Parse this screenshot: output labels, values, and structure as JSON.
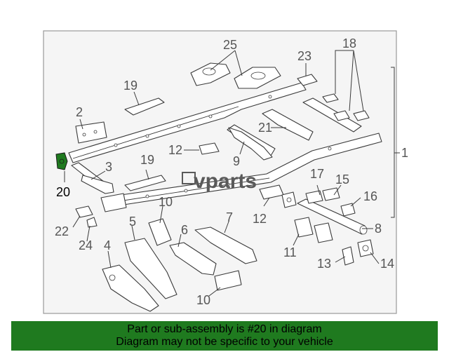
{
  "callouts": [
    "1",
    "2",
    "3",
    "4",
    "5",
    "6",
    "7",
    "8",
    "9",
    "10",
    "10",
    "11",
    "12",
    "12",
    "13",
    "14",
    "15",
    "16",
    "17",
    "18",
    "19",
    "19",
    "20",
    "21",
    "22",
    "23",
    "24",
    "25"
  ],
  "watermark": "vparts",
  "highlight_color": "#1f7a1f",
  "banner": {
    "line1": "Part or sub-assembly is #20 in diagram",
    "line2": "Diagram may not be specific to your vehicle"
  }
}
